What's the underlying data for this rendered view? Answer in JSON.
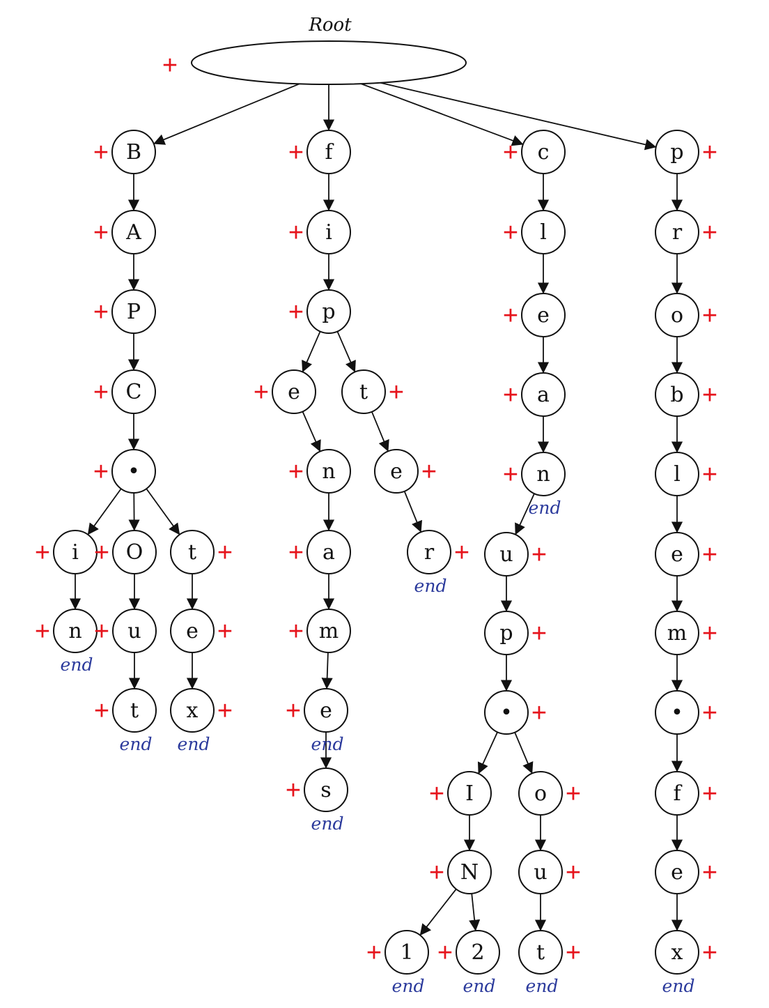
{
  "colors": {
    "plus": "#e6141c",
    "end": "#2b3a9c",
    "stroke": "#111111"
  },
  "root": {
    "label": "Root",
    "plus": "+"
  },
  "nodes": [
    {
      "id": "B",
      "label": "B",
      "plus": "left"
    },
    {
      "id": "A",
      "label": "A",
      "plus": "left"
    },
    {
      "id": "P1",
      "label": "P",
      "plus": "left"
    },
    {
      "id": "C",
      "label": "C",
      "plus": "left"
    },
    {
      "id": "dot1",
      "label": "•",
      "plus": "left"
    },
    {
      "id": "i1",
      "label": "i",
      "plus": "left"
    },
    {
      "id": "o1",
      "label": "O",
      "plus": "left"
    },
    {
      "id": "t1",
      "label": "t",
      "plus": "right"
    },
    {
      "id": "n1",
      "label": "n",
      "plus": "left",
      "end": "end"
    },
    {
      "id": "u1",
      "label": "u",
      "plus": "left"
    },
    {
      "id": "e1",
      "label": "e",
      "plus": "right"
    },
    {
      "id": "t2",
      "label": "t",
      "plus": "left",
      "end": "end"
    },
    {
      "id": "x1",
      "label": "x",
      "plus": "right",
      "end": "end"
    },
    {
      "id": "f",
      "label": "f",
      "plus": "left"
    },
    {
      "id": "i2",
      "label": "i",
      "plus": "left"
    },
    {
      "id": "p2",
      "label": "p",
      "plus": "left"
    },
    {
      "id": "e2",
      "label": "e",
      "plus": "left"
    },
    {
      "id": "t3",
      "label": "t",
      "plus": "right"
    },
    {
      "id": "n2",
      "label": "n",
      "plus": "left"
    },
    {
      "id": "e3",
      "label": "e",
      "plus": "right"
    },
    {
      "id": "a2",
      "label": "a",
      "plus": "left"
    },
    {
      "id": "r2",
      "label": "r",
      "plus": "right",
      "end": "end"
    },
    {
      "id": "m2",
      "label": "m",
      "plus": "left"
    },
    {
      "id": "e4",
      "label": "e",
      "plus": "left",
      "end": "end"
    },
    {
      "id": "s2",
      "label": "s",
      "plus": "left",
      "end": "end"
    },
    {
      "id": "c3",
      "label": "c",
      "plus": "left"
    },
    {
      "id": "l3",
      "label": "l",
      "plus": "left"
    },
    {
      "id": "e5",
      "label": "e",
      "plus": "left"
    },
    {
      "id": "a3",
      "label": "a",
      "plus": "left"
    },
    {
      "id": "n3",
      "label": "n",
      "plus": "left",
      "end": "end"
    },
    {
      "id": "u3",
      "label": "u",
      "plus": "right"
    },
    {
      "id": "p3",
      "label": "p",
      "plus": "right"
    },
    {
      "id": "dot3",
      "label": "•",
      "plus": "right"
    },
    {
      "id": "I3",
      "label": "I",
      "plus": "left"
    },
    {
      "id": "o3",
      "label": "o",
      "plus": "right"
    },
    {
      "id": "N3",
      "label": "N",
      "plus": "left"
    },
    {
      "id": "u4",
      "label": "u",
      "plus": "right"
    },
    {
      "id": "one",
      "label": "1",
      "plus": "left",
      "end": "end"
    },
    {
      "id": "two",
      "label": "2",
      "plus": "left",
      "end": "end"
    },
    {
      "id": "t4",
      "label": "t",
      "plus": "right",
      "end": "end"
    },
    {
      "id": "p4",
      "label": "p",
      "plus": "right"
    },
    {
      "id": "r4",
      "label": "r",
      "plus": "right"
    },
    {
      "id": "o4",
      "label": "o",
      "plus": "right"
    },
    {
      "id": "b4",
      "label": "b",
      "plus": "right"
    },
    {
      "id": "l4",
      "label": "l",
      "plus": "right"
    },
    {
      "id": "e6",
      "label": "e",
      "plus": "right"
    },
    {
      "id": "m4",
      "label": "m",
      "plus": "right"
    },
    {
      "id": "dot4",
      "label": "•",
      "plus": "right"
    },
    {
      "id": "f4",
      "label": "f",
      "plus": "right"
    },
    {
      "id": "e7",
      "label": "e",
      "plus": "right"
    },
    {
      "id": "x4",
      "label": "x",
      "plus": "right",
      "end": "end"
    }
  ],
  "edges": [
    [
      "root",
      "B"
    ],
    [
      "root",
      "f"
    ],
    [
      "root",
      "c3"
    ],
    [
      "root",
      "p4"
    ],
    [
      "B",
      "A"
    ],
    [
      "A",
      "P1"
    ],
    [
      "P1",
      "C"
    ],
    [
      "C",
      "dot1"
    ],
    [
      "dot1",
      "i1"
    ],
    [
      "dot1",
      "o1"
    ],
    [
      "dot1",
      "t1"
    ],
    [
      "i1",
      "n1"
    ],
    [
      "o1",
      "u1"
    ],
    [
      "u1",
      "t2"
    ],
    [
      "t1",
      "e1"
    ],
    [
      "e1",
      "x1"
    ],
    [
      "f",
      "i2"
    ],
    [
      "i2",
      "p2"
    ],
    [
      "p2",
      "e2"
    ],
    [
      "p2",
      "t3"
    ],
    [
      "e2",
      "n2"
    ],
    [
      "n2",
      "a2"
    ],
    [
      "a2",
      "m2"
    ],
    [
      "m2",
      "e4"
    ],
    [
      "e4",
      "s2"
    ],
    [
      "t3",
      "e3"
    ],
    [
      "e3",
      "r2"
    ],
    [
      "c3",
      "l3"
    ],
    [
      "l3",
      "e5"
    ],
    [
      "e5",
      "a3"
    ],
    [
      "a3",
      "n3"
    ],
    [
      "n3",
      "u3"
    ],
    [
      "u3",
      "p3"
    ],
    [
      "p3",
      "dot3"
    ],
    [
      "dot3",
      "I3"
    ],
    [
      "dot3",
      "o3"
    ],
    [
      "I3",
      "N3"
    ],
    [
      "N3",
      "one"
    ],
    [
      "N3",
      "two"
    ],
    [
      "o3",
      "u4"
    ],
    [
      "u4",
      "t4"
    ],
    [
      "p4",
      "r4"
    ],
    [
      "r4",
      "o4"
    ],
    [
      "o4",
      "b4"
    ],
    [
      "b4",
      "l4"
    ],
    [
      "l4",
      "e6"
    ],
    [
      "e6",
      "m4"
    ],
    [
      "m4",
      "dot4"
    ],
    [
      "dot4",
      "f4"
    ],
    [
      "f4",
      "e7"
    ],
    [
      "e7",
      "x4"
    ]
  ]
}
